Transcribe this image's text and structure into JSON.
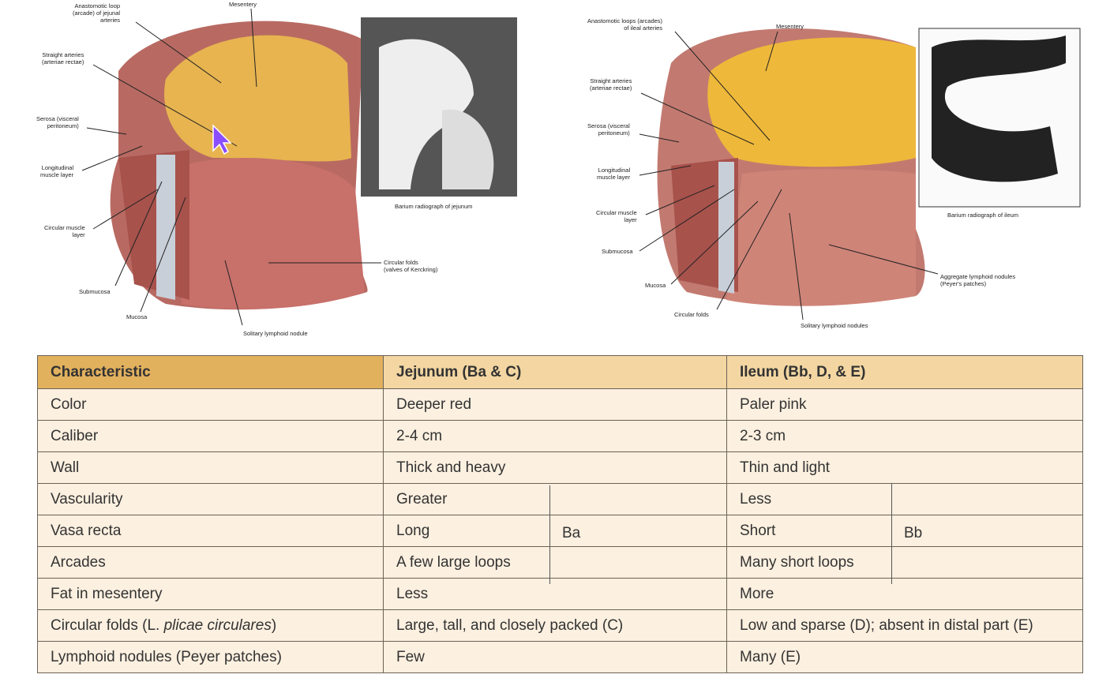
{
  "jejunum_figure": {
    "labels": [
      "Anastomotic loop\n(arcade) of jejunal\narteries",
      "Mesentery",
      "Straight arteries\n(arteriae rectae)",
      "Serosa (visceral\nperitoneum)",
      "Longitudinal\nmuscle layer",
      "Circular muscle\nlayer",
      "Submucosa",
      "Mucosa",
      "Solitary lymphoid nodule",
      "Circular folds\n(valves of Kerckring)"
    ],
    "radiograph_caption": "Barium radiograph of jejunum"
  },
  "ileum_figure": {
    "labels": [
      "Anastomotic loops (arcades)\nof ileal arteries",
      "Mesentery",
      "Straight arteries\n(arteriae rectae)",
      "Serosa (visceral\nperitoneum)",
      "Longitudinal\nmuscle layer",
      "Circular muscle\nlayer",
      "Submucosa",
      "Mucosa",
      "Circular folds",
      "Solitary lymphoid nodules",
      "Aggregate lymphoid nodules\n(Peyer's patches)"
    ],
    "radiograph_caption": "Barium radiograph of ileum"
  },
  "table": {
    "headers": [
      "Characteristic",
      "Jejunum (Ba & C)",
      "Ileum (Bb, D, & E)"
    ],
    "rows": [
      [
        "Color",
        "Deeper red",
        "Paler pink"
      ],
      [
        "Caliber",
        "2-4 cm",
        "2-3 cm"
      ],
      [
        "Wall",
        "Thick and heavy",
        "Thin and light"
      ],
      [
        "Vascularity",
        "Greater",
        "Less"
      ],
      [
        "Vasa recta",
        "Long",
        "Short"
      ],
      [
        "Arcades",
        "A few large loops",
        "Many short loops"
      ],
      [
        "Fat in mesentery",
        "Less",
        "More"
      ],
      [
        "Circular folds (L. plicae circulares)",
        "Large, tall, and closely packed (C)",
        "Low and sparse (D); absent in distal part (E)"
      ],
      [
        "Lymphoid nodules (Peyer patches)",
        "Few",
        "Many (E)"
      ]
    ],
    "circular_folds_prefix": "Circular folds (L. ",
    "circular_folds_italic": "plicae circulares",
    "circular_folds_suffix": ")",
    "brace_labels": [
      "Ba",
      "Bb"
    ]
  },
  "colors": {
    "header_first": "#e2b15e",
    "header": "#f3d6a2",
    "cell": "#fcf0e0",
    "cursor": "#8a4dff"
  }
}
